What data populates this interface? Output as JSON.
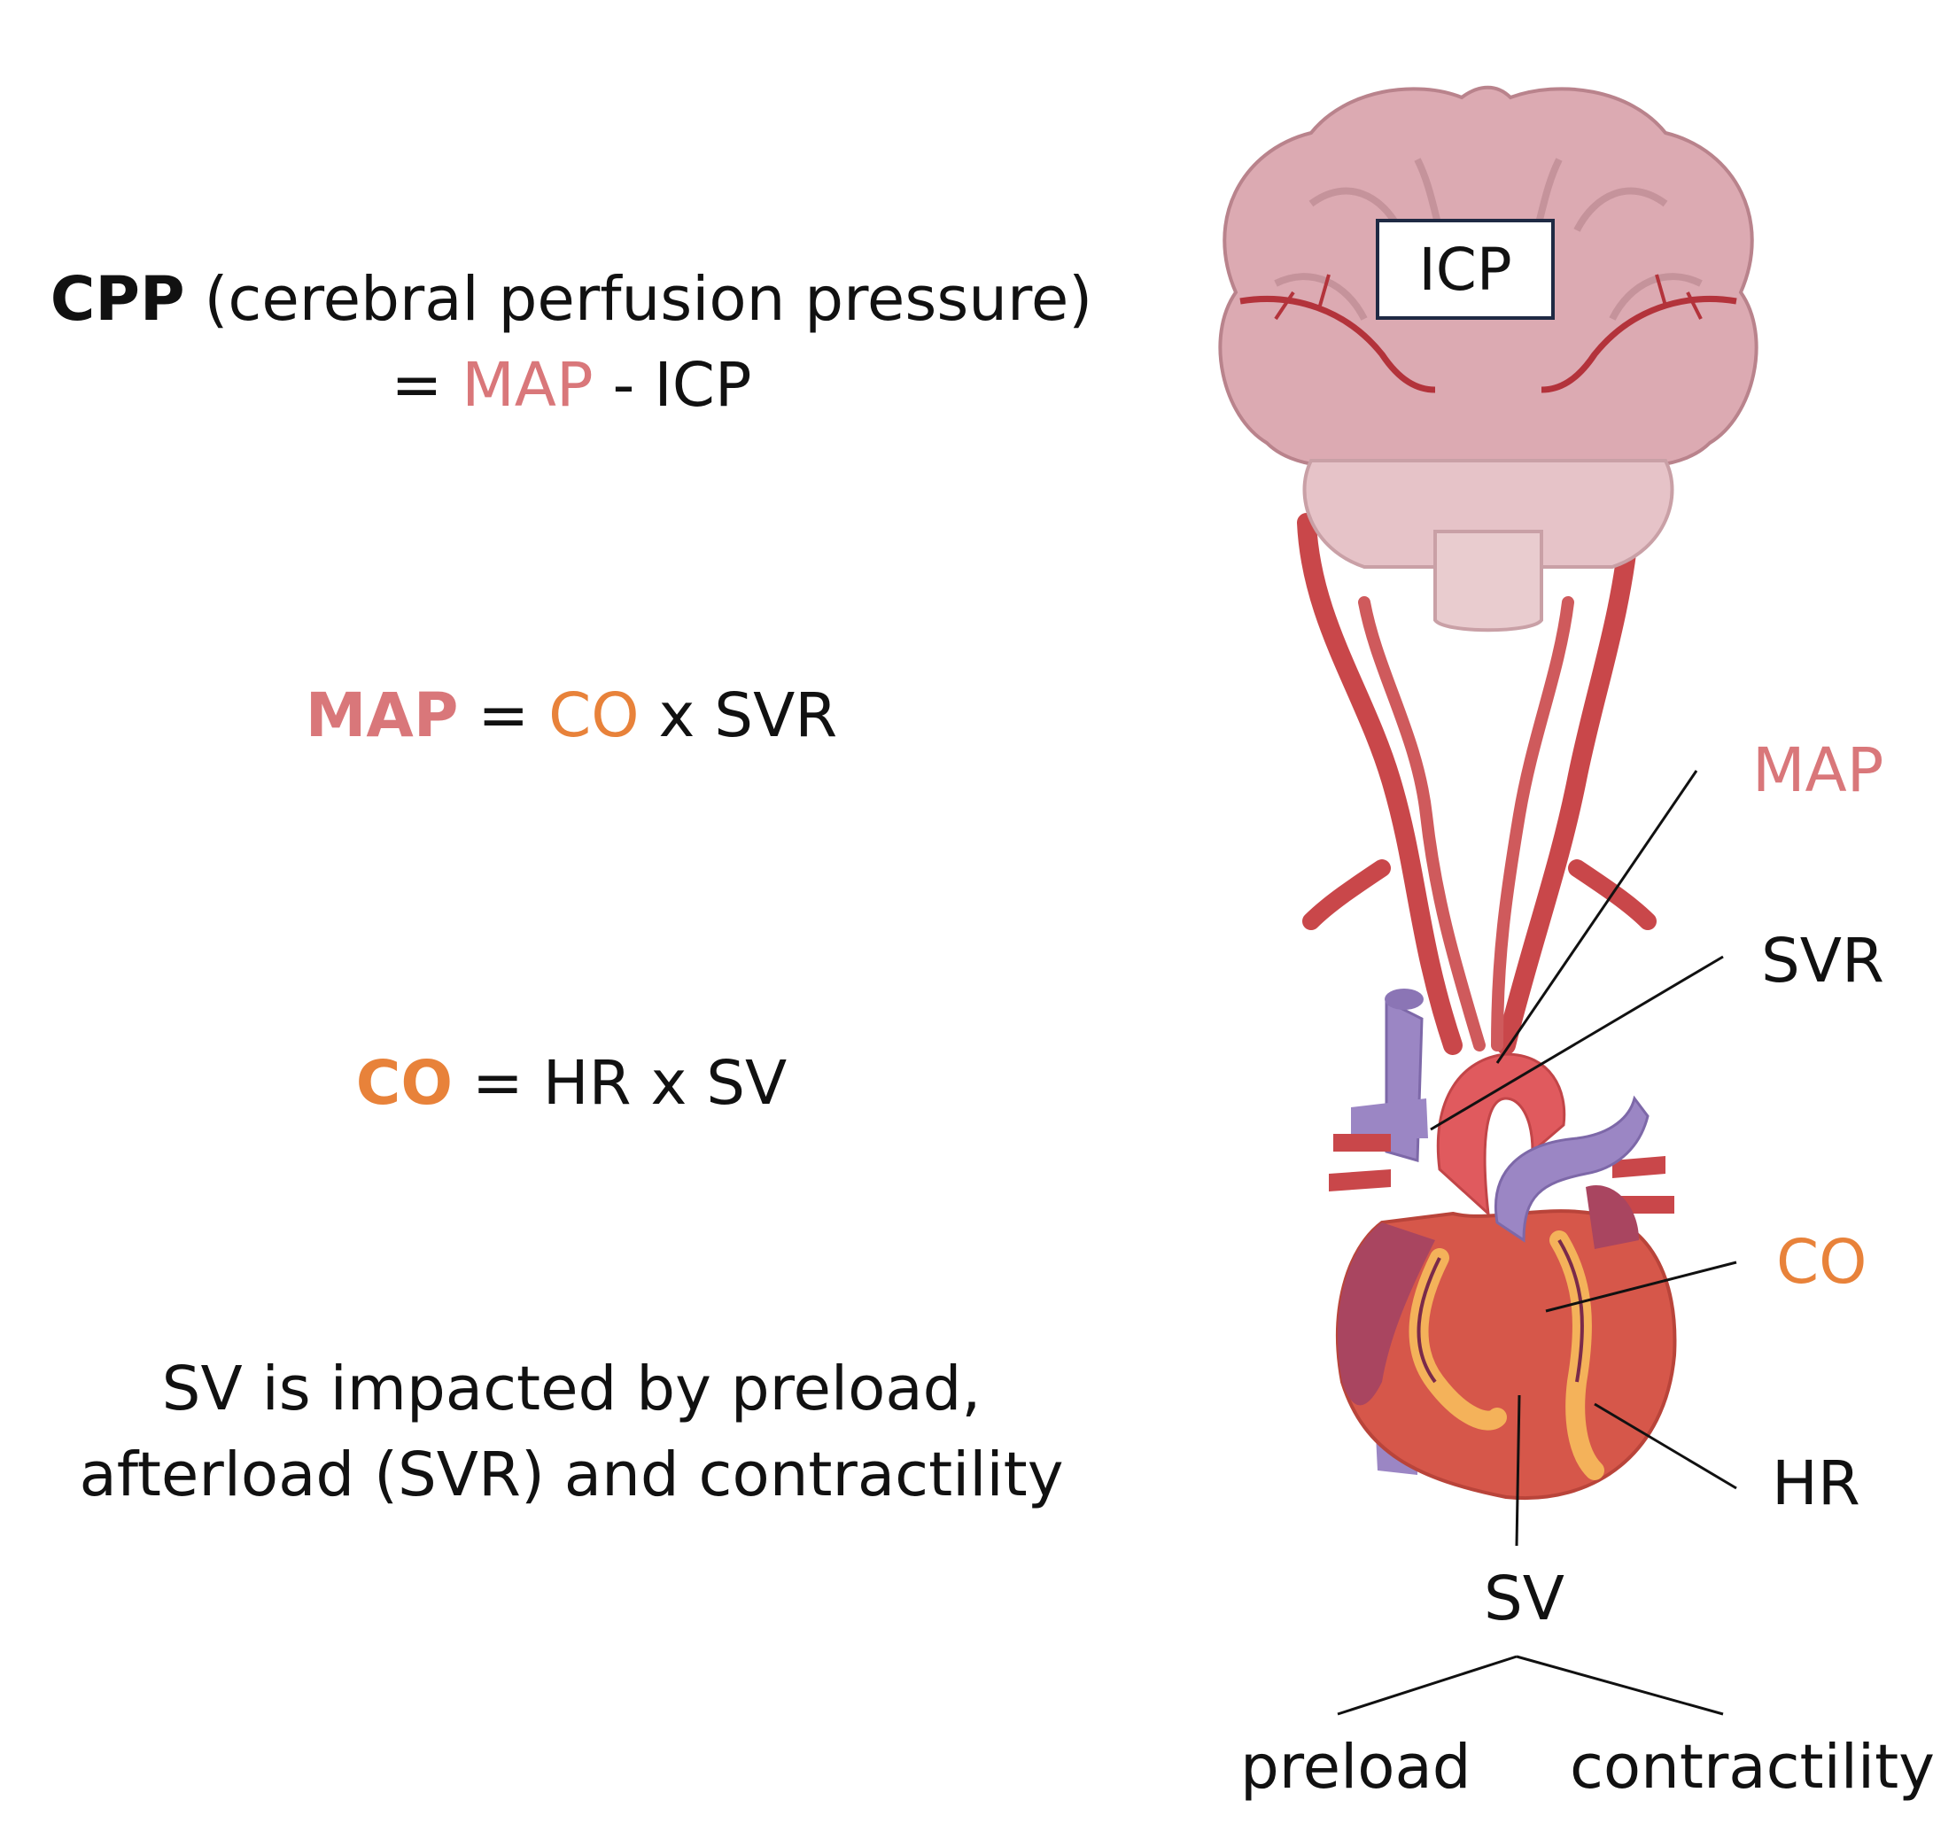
{
  "equations": {
    "cpp": {
      "lhs_bold": "CPP",
      "lhs_rest": " (cerebral perfusion pressure)",
      "eq_sign": "= ",
      "map": "MAP",
      "rest": " - ICP"
    },
    "map": {
      "lhs": "MAP",
      "eq_sign": " = ",
      "co": "CO",
      "rest": " x SVR"
    },
    "co": {
      "lhs": "CO",
      "rest": " = HR x SV"
    },
    "sv_note": {
      "line1": "SV is impacted by preload,",
      "line2": "afterload (SVR) and contractility"
    }
  },
  "diagram_labels": {
    "icp": "ICP",
    "map": "MAP",
    "svr": "SVR",
    "co": "CO",
    "hr": "HR",
    "sv": "SV",
    "preload": "preload",
    "contractility": "contractility"
  },
  "colors": {
    "map": "#d9777a",
    "co": "#e8823a",
    "artery": "#c9474a",
    "vein": "#9b86c4",
    "brain": "#dcaab2",
    "heart": "#d6574a",
    "coronary_fat": "#f4b25a"
  },
  "icons": [
    "brain-illustration",
    "heart-illustration",
    "carotid-arteries-illustration"
  ]
}
